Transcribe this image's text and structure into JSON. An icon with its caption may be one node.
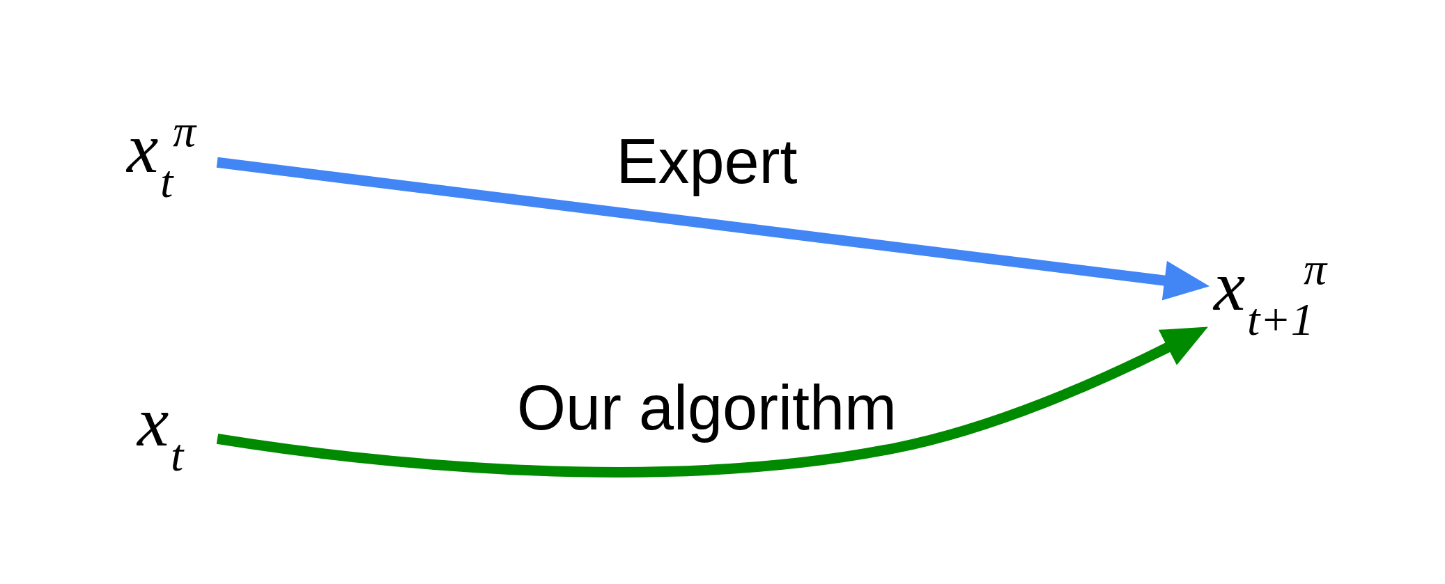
{
  "diagram": {
    "nodes": [
      {
        "text": [
          "x$_{t}$$^{π}$"
        ]
      },
      {
        "text": [
          "x$_{t}$"
        ]
      },
      {
        "text": [
          "x$_{t+1}$$^{π}$"
        ]
      }
    ],
    "edges": [
      {
        "from": 0,
        "to": 2,
        "arrow": "to",
        "label": "Expert",
        "color": "#4285f4"
      },
      {
        "from": 1,
        "to": 2,
        "arrow": "to",
        "label": "Our algorithm",
        "color": "#008a00"
      }
    ]
  }
}
